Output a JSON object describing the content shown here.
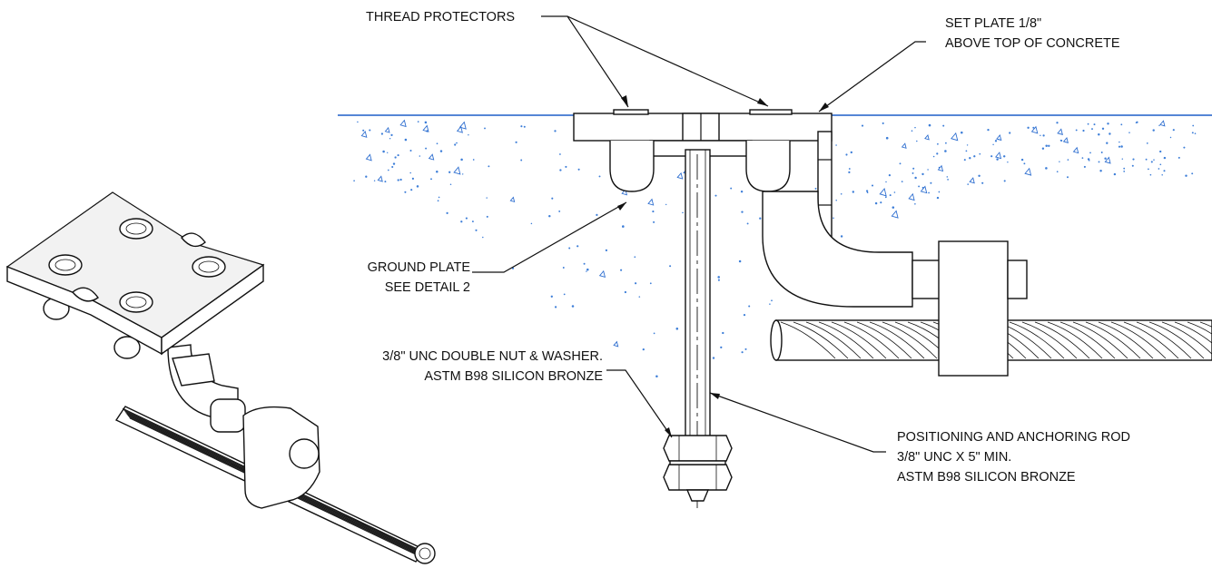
{
  "colors": {
    "concrete_line": "#1f5fc8",
    "aggregate": "#3d7ed8",
    "linework": "#111111"
  },
  "callouts": {
    "thread_protectors": [
      "THREAD PROTECTORS"
    ],
    "set_plate": [
      "SET PLATE 1/8\"",
      "ABOVE TOP OF CONCRETE"
    ],
    "ground_plate": [
      "GROUND PLATE",
      "SEE DETAIL 2"
    ],
    "nut_washer": [
      "3/8\" UNC DOUBLE NUT & WASHER.",
      "ASTM B98 SILICON BRONZE"
    ],
    "anchoring_rod": [
      "POSITIONING AND ANCHORING ROD",
      "3/8\" UNC X 5\" MIN.",
      "ASTM B98 SILICON BRONZE"
    ]
  }
}
